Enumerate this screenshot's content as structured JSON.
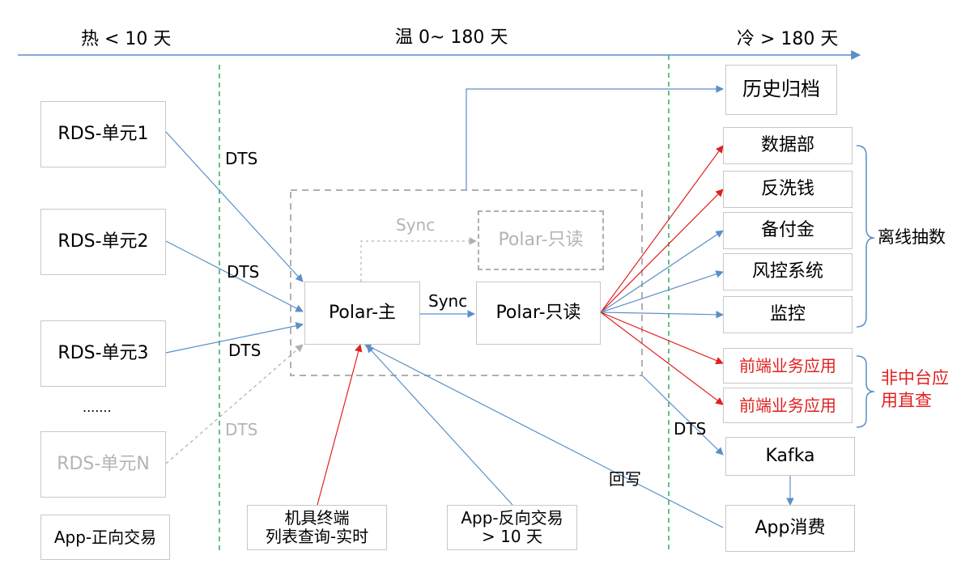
{
  "colors": {
    "blue": "#5b8fc7",
    "red": "#e02020",
    "green": "#2eab5a",
    "gray": "#b0b0b0"
  },
  "timeline": {
    "hot": "热 < 10 天",
    "warm": "温 0~ 180 天",
    "cold": "冷 > 180 天"
  },
  "sources": {
    "rds1": "RDS-单元1",
    "rds2": "RDS-单元2",
    "rds3": "RDS-单元3",
    "ellipsis": ".......",
    "rdsN": "RDS-单元N",
    "app_forward": "App-正向交易"
  },
  "labels": {
    "dts1": "DTS",
    "dts2": "DTS",
    "dts3": "DTS",
    "dtsN": "DTS",
    "dts_kafka": "DTS",
    "sync_main": "Sync",
    "sync_gray": "Sync",
    "writeback": "回写"
  },
  "core": {
    "polar_main": "Polar-主",
    "polar_readonly": "Polar-只读",
    "polar_readonly_gray": "Polar-只读"
  },
  "bottom": {
    "terminal_line1": "机具终端",
    "terminal_line2": "列表查询-实时",
    "app_reverse_line1": "App-反向交易",
    "app_reverse_line2": "> 10 天"
  },
  "targets": {
    "archive": "历史归档",
    "data_dept": "数据部",
    "aml": "反洗钱",
    "reserve": "备付金",
    "risk": "风控系统",
    "monitor": "监控",
    "frontend1": "前端业务应用",
    "frontend2": "前端业务应用",
    "kafka": "Kafka",
    "app_consume": "App消费"
  },
  "groups": {
    "offline": "离线抽数",
    "non_platform_line1": "非中台应",
    "non_platform_line2": "用直查"
  }
}
